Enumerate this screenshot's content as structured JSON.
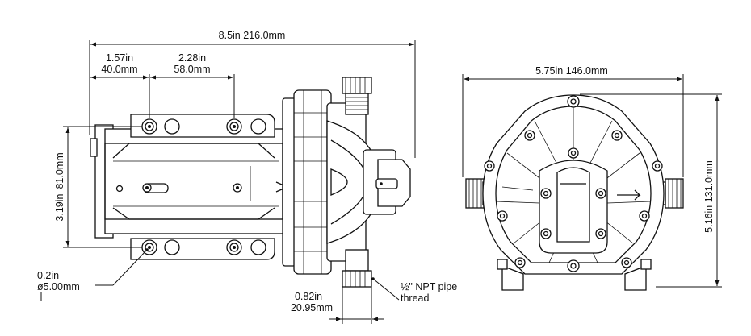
{
  "dimensions": {
    "overall_length": "8.5in 216.0mm",
    "mount_offset_in": "1.57in",
    "mount_offset_mm": "40.0mm",
    "mount_spacing_in": "2.28in",
    "mount_spacing_mm": "58.0mm",
    "mount_height_in": "3.19in",
    "mount_height_mm": "81.0mm",
    "hole_diameter_in": "0.2in",
    "hole_diameter_mm": "ø5.00mm",
    "port_width_in": "0.82in",
    "port_width_mm": "20.95mm",
    "thread_line1": "½\" NPT pipe",
    "thread_line2": "thread",
    "front_width": "5.75in 146.0mm",
    "front_height": "5.16in 131.0mm"
  },
  "colors": {
    "line": "#111111",
    "background": "#ffffff"
  }
}
